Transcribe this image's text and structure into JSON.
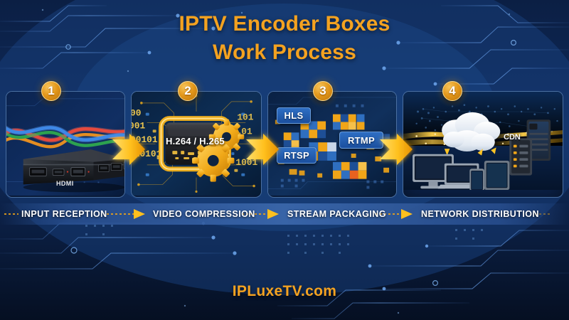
{
  "title": {
    "line1": "IPTV Encoder Boxes",
    "line2": "Work Process"
  },
  "footer": {
    "text": "IPLuxeTV.com"
  },
  "steps": [
    {
      "number": "1",
      "label": "INPUT RECEPTION",
      "visual": "encoder-box-with-hdmi-ports-and-rainbow-signal-waves",
      "device_label": "HDMI"
    },
    {
      "number": "2",
      "label": "VIDEO COMPRESSION",
      "visual": "processor-chip-on-circuit-board-with-gears-and-binary-stream",
      "chip_label": "H.264 / H.265"
    },
    {
      "number": "3",
      "label": "STREAM PACKAGING",
      "visual": "data-packet-blocks-with-streaming-protocol-badges",
      "protocols": [
        "HLS",
        "RTSP",
        "RTMP"
      ]
    },
    {
      "number": "4",
      "label": "NETWORK DISTRIBUTION",
      "visual": "cloud-over-world-map-distributing-to-devices-and-cdn-servers",
      "server_label": "CDN"
    }
  ],
  "colors": {
    "accent": "#F4A220",
    "arrow": "#FFC01E",
    "panel_border": "#80B0EB",
    "badge_gold": "#E3971A",
    "protocol_blue": "#2E6FC4",
    "background_navy": "#0D2452",
    "label_text": "#FFFFFF"
  },
  "connectors": {
    "arrow_count": 3,
    "style": "chevron-arrow"
  }
}
